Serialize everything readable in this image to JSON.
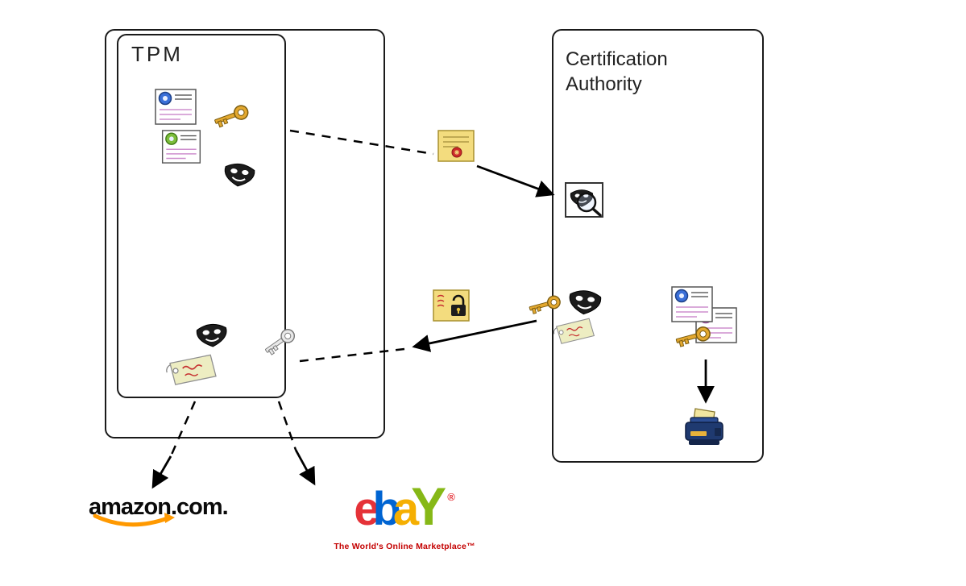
{
  "boxes": {
    "tpm": {
      "label": "TPM"
    },
    "ca": {
      "label": "Certification Authority"
    }
  },
  "logos": {
    "amazon": {
      "main": "amazon",
      "suffix": ".com."
    },
    "ebay": {
      "letters": [
        "e",
        "b",
        "a",
        "Y"
      ],
      "registered": "®",
      "tagline": "The World's Online Marketplace™"
    }
  },
  "icons": {
    "certificate-blue-gear": "white certificate with blue gear emblem",
    "certificate-green-gear": "white certificate with green gear emblem",
    "gold-key": "gold key",
    "silver-key": "silver key",
    "mask": "black theater mask",
    "sealed-note": "yellow note with red wax seal",
    "locked-note": "yellow note with black padlock",
    "mask-verification": "magnifying glass inspecting a mask",
    "identity-tag": "pale tag with red writing",
    "certificate-with-key": "stacked certificates with gold key",
    "printer": "navy and gold printer"
  },
  "colors": {
    "arrow": "#000000",
    "box_border": "#1a1a1a",
    "note_yellow": "#F3DC7E",
    "key_gold": "#E3A82F",
    "amazon_orange": "#FF9900",
    "ebay_red": "#E53238",
    "ebay_blue": "#0064D2",
    "ebay_yellow": "#F5AF02",
    "ebay_green": "#86B817"
  }
}
